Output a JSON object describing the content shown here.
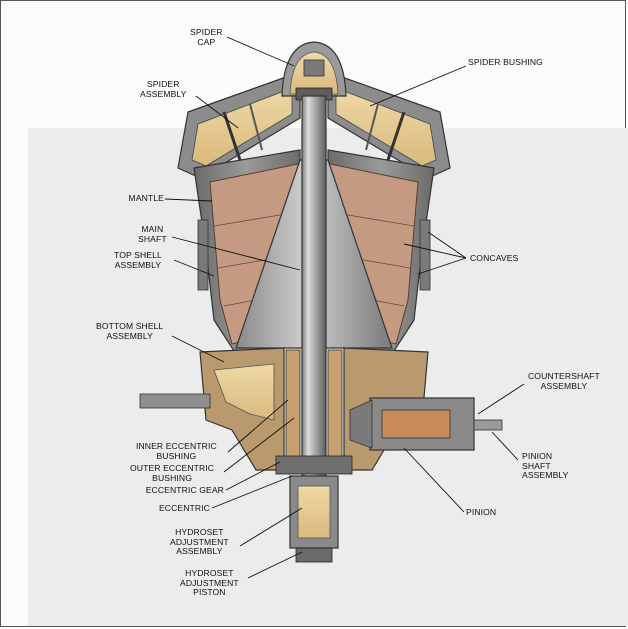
{
  "labels": {
    "spider_cap": [
      "SPIDER",
      "CAP"
    ],
    "spider_bushing": [
      "SPIDER BUSHING"
    ],
    "spider_assembly": [
      "SPIDER",
      "ASSEMBLY"
    ],
    "mantle": [
      "MANTLE"
    ],
    "main_shaft": [
      "MAIN",
      "SHAFT"
    ],
    "top_shell_assembly": [
      "TOP SHELL",
      "ASSEMBLY"
    ],
    "concaves": [
      "CONCAVES"
    ],
    "bottom_shell_assembly": [
      "BOTTOM SHELL",
      "ASSEMBLY"
    ],
    "countershaft_assembly": [
      "COUNTERSHAFT",
      "ASSEMBLY"
    ],
    "inner_eccentric_bushing": [
      "INNER ECCENTRIC",
      "BUSHING"
    ],
    "outer_eccentric_bushing": [
      "OUTER ECCENTRIC",
      "BUSHING"
    ],
    "pinion_shaft_assembly": [
      "PINION",
      "SHAFT",
      "ASSEMBLY"
    ],
    "eccentric_gear": [
      "ECCENTRIC GEAR"
    ],
    "eccentric": [
      "ECCENTRIC"
    ],
    "pinion": [
      "PINION"
    ],
    "hydroset_adjustment_assembly": [
      "HYDROSET",
      "ADJUSTMENT",
      "ASSEMBLY"
    ],
    "hydroset_adjustment_piston": [
      "HYDROSET",
      "ADJUSTMENT",
      "PISTON"
    ]
  }
}
